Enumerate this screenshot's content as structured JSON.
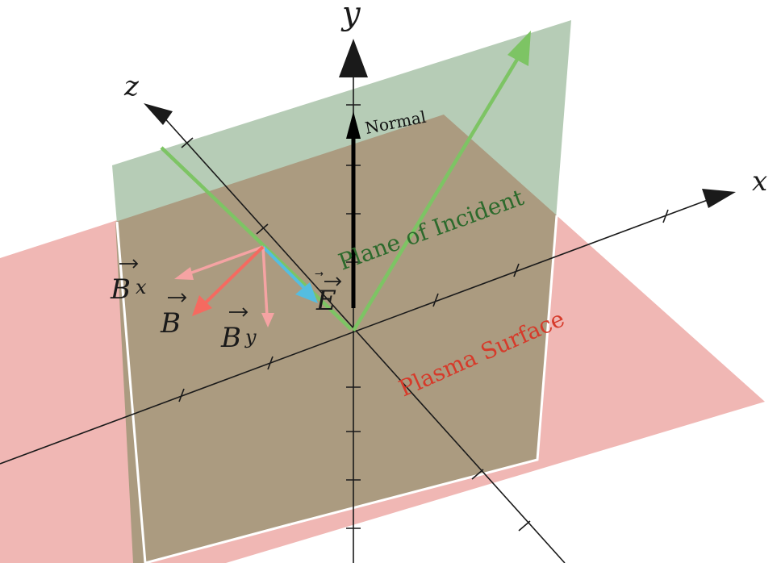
{
  "axes": {
    "x": "x",
    "y": "y",
    "z": "z"
  },
  "vectors": {
    "normal": "Normal",
    "e_field": "E",
    "b_field": "B",
    "b_x": "B",
    "b_x_sub": "x",
    "b_y": "B",
    "b_y_sub": "y"
  },
  "planes": {
    "incident": "Plane of Incident",
    "surface": "Plasma Surface"
  },
  "colors": {
    "surface_plane": "#f0b7b4",
    "incident_plane": "#b6ccb6",
    "overlap": "#ab9b80",
    "axis": "#1a1a1a",
    "axis_inside": "#3a2a12",
    "ray": "#7dc464",
    "normal_arrow": "#000000",
    "e_arrow": "#55bde0",
    "b_arrow": "#f56a60",
    "b_component": "#f5a3a3",
    "incident_label": "#2c6a2c",
    "surface_label": "#d63a2a"
  }
}
